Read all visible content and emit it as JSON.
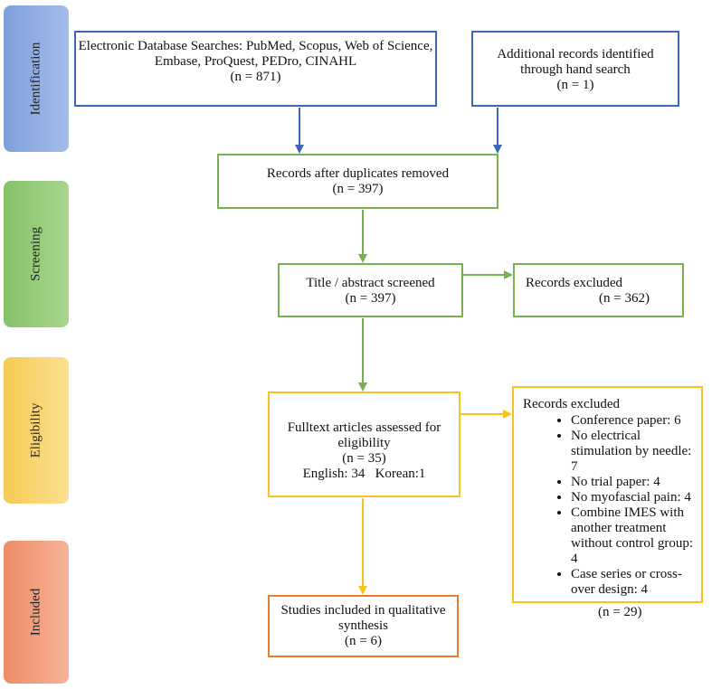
{
  "stages": {
    "identification": "Identification",
    "screening": "Screening",
    "eligibility": "Eligibility",
    "included": "Included"
  },
  "boxes": {
    "database": {
      "line1": "Electronic Database Searches: PubMed, Scopus, Web of Science,",
      "line2": "Embase, ProQuest, PEDro, CINAHL",
      "count": "(n = 871)"
    },
    "hand_search": {
      "line1": "Additional records identified",
      "line2": "through hand search",
      "count": "(n = 1)"
    },
    "duplicates": {
      "line1": "Records after duplicates removed",
      "count": "(n = 397)"
    },
    "title_screen": {
      "line1": "Title / abstract screened",
      "count": "(n = 397)"
    },
    "excluded_1": {
      "line1": "Records excluded",
      "count": "(n = 362)"
    },
    "fulltext": {
      "line1": "Fulltext articles assessed for",
      "line2": "eligibility",
      "count": "(n = 35)",
      "line4": "English: 34   Korean:1"
    },
    "excluded_2": {
      "heading": "Records excluded",
      "items": [
        "Conference paper: 6",
        "No electrical stimulation by needle: 7",
        "No trial paper: 4",
        "No myofascial pain: 4",
        "Combine IMES with another treatment without control group: 4",
        "Case series or cross-over design: 4"
      ],
      "count": "(n = 29)"
    },
    "included": {
      "line1": "Studies included in qualitative",
      "line2": "synthesis",
      "count": "(n = 6)"
    }
  },
  "colors": {
    "identification": "#7f9fdc",
    "screening": "#84c26a",
    "eligibility": "#f6cb55",
    "included": "#ee8c68",
    "blue_border": "#3f65b8",
    "green_border": "#76b24e",
    "yellow_border": "#f7c21c",
    "orange_border": "#ea7d36"
  }
}
